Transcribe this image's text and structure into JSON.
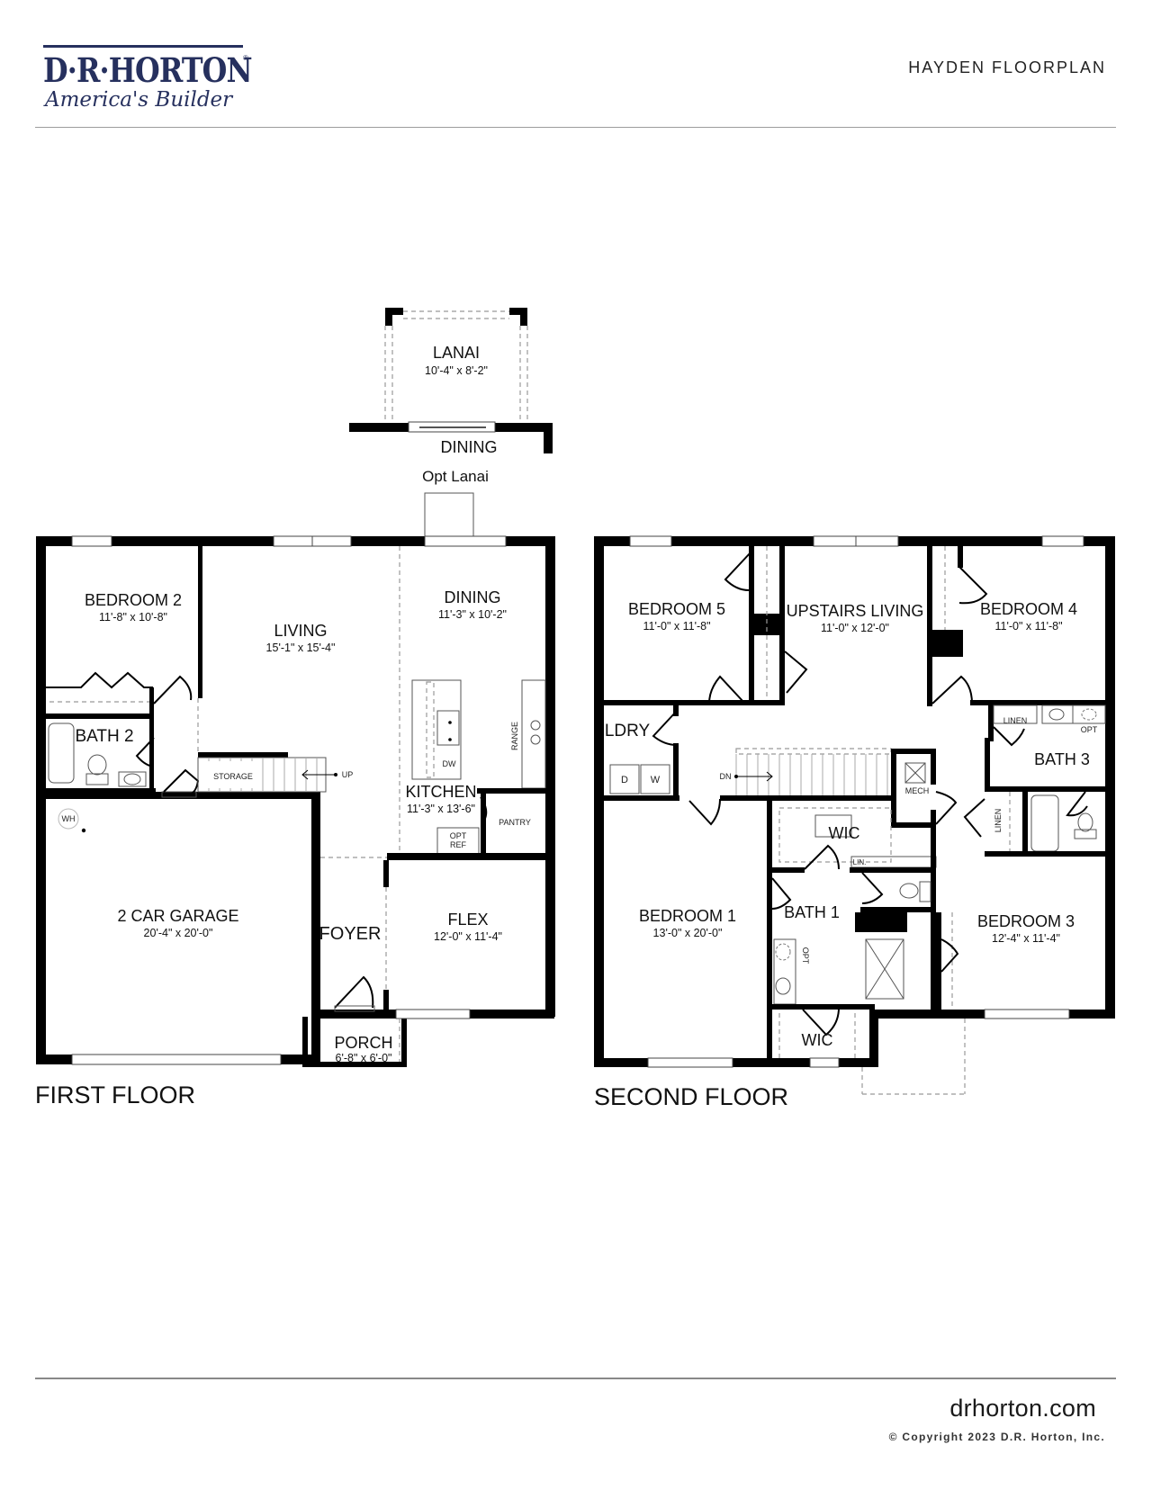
{
  "header": {
    "brand": "D·R·HORTON",
    "registered_mark": "®",
    "tagline": "America's Builder",
    "plan_title": "HAYDEN FLOORPLAN",
    "brand_color": "#26305e"
  },
  "first_floor": {
    "label": "FIRST FLOOR",
    "rooms": {
      "lanai": {
        "name": "LANAI",
        "dims": "10'-4\" x 8'-2\""
      },
      "lanai_dining": {
        "name": "DINING"
      },
      "opt_lanai": {
        "name": "Opt Lanai"
      },
      "bedroom2": {
        "name": "BEDROOM 2",
        "dims": "11'-8\" x 10'-8\""
      },
      "living": {
        "name": "LIVING",
        "dims": "15'-1\" x 15'-4\""
      },
      "dining": {
        "name": "DINING",
        "dims": "11'-3\" x 10'-2\""
      },
      "bath2": {
        "name": "BATH 2"
      },
      "storage": {
        "name": "STORAGE"
      },
      "kitchen": {
        "name": "KITCHEN",
        "dims": "11'-3\" x 13'-6\""
      },
      "pantry": {
        "name": "PANTRY"
      },
      "garage": {
        "name": "2 CAR GARAGE",
        "dims": "20'-4\" x 20'-0\""
      },
      "foyer": {
        "name": "FOYER"
      },
      "flex": {
        "name": "FLEX",
        "dims": "12'-0\" x 11'-4\""
      },
      "porch": {
        "name": "PORCH",
        "dims": "6'-8\" x 6'-0\""
      }
    },
    "fixtures": {
      "stair_up": "UP",
      "dishwasher": "DW",
      "range": "RANGE",
      "opt_ref_1": "OPT",
      "opt_ref_2": "REF",
      "water_heater": "WH"
    }
  },
  "second_floor": {
    "label": "SECOND FLOOR",
    "rooms": {
      "bedroom5": {
        "name": "BEDROOM 5",
        "dims": "11'-0\" x 11'-8\""
      },
      "upstairs_living": {
        "name": "UPSTAIRS LIVING",
        "dims": "11'-0\" x 12'-0\""
      },
      "bedroom4": {
        "name": "BEDROOM 4",
        "dims": "11'-0\" x 11'-8\""
      },
      "laundry": {
        "name": "LDRY"
      },
      "bath3": {
        "name": "BATH 3"
      },
      "mech": {
        "name": "MECH"
      },
      "wic_upper": {
        "name": "WIC"
      },
      "bedroom1": {
        "name": "BEDROOM 1",
        "dims": "13'-0\" x 20'-0\""
      },
      "bath1": {
        "name": "BATH 1"
      },
      "bedroom3": {
        "name": "BEDROOM 3",
        "dims": "12'-4\" x 11'-4\""
      },
      "wic_lower": {
        "name": "WIC"
      }
    },
    "fixtures": {
      "stair_down": "DN",
      "dryer": "D",
      "washer": "W",
      "linen_1": "LINEN",
      "linen_2": "LINEN",
      "linen_3": "LIN.",
      "opt_1": "OPT",
      "opt_2": "OPT"
    }
  },
  "footer": {
    "website": "drhorton.com",
    "copyright": "© Copyright 2023 D.R. Horton, Inc."
  }
}
